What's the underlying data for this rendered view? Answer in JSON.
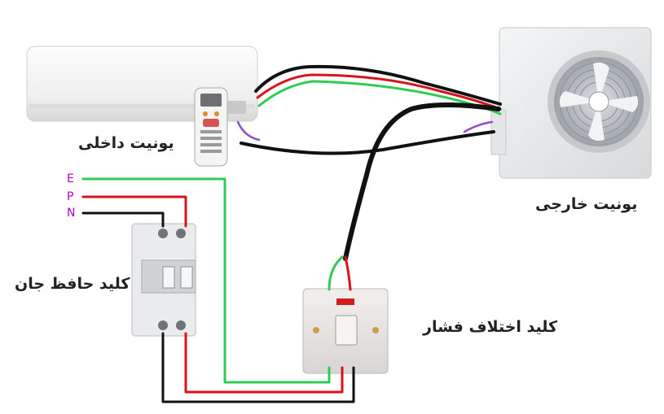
{
  "labels": {
    "indoor_unit": "یونیت داخلی",
    "outdoor_unit": "یونیت خارجی",
    "breaker": "کلید حافظ جان",
    "pressure_switch": "کلید اختلاف فشار"
  },
  "terminals": {
    "earth": "E",
    "phase": "P",
    "neutral": "N"
  },
  "colors": {
    "earth_wire": "#2ecc55",
    "phase_wire": "#d8131b",
    "neutral_wire": "#111111",
    "signal_wire": "#8a4fc9",
    "terminal_text": "#b000c8"
  }
}
